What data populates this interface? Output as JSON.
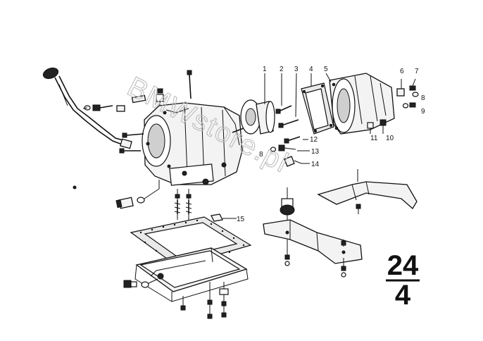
{
  "diagram": {
    "callouts": {
      "c1": "1",
      "c2": "2",
      "c3": "3",
      "c4": "4",
      "c5": "5",
      "c6": "6",
      "c7": "7",
      "c8a": "8",
      "c9": "9",
      "c10": "10",
      "c11": "11",
      "c12": "12",
      "c8b": "8",
      "c13": "13",
      "c14": "14",
      "c15": "15"
    },
    "group_number": "24",
    "sub_number": "4",
    "watermark": "BMWstore.pl",
    "watermark_color": "#bdbdbd"
  }
}
